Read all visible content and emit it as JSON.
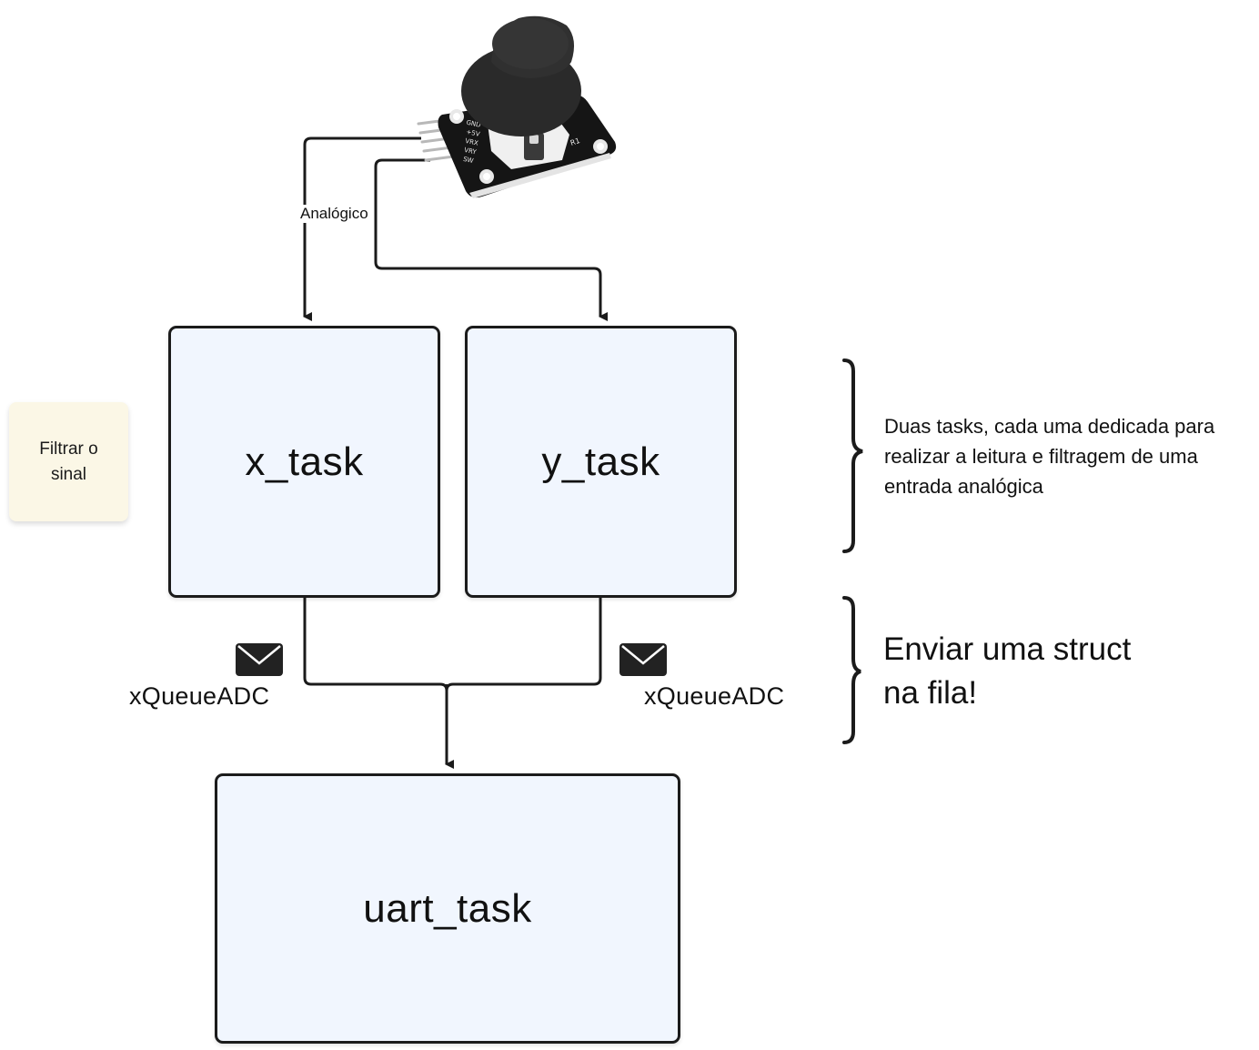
{
  "diagram": {
    "colors": {
      "task_fill": "#f1f6fe",
      "stroke": "#1b1b1b",
      "sticky_fill": "#fbf7e6",
      "joystick_board": "#151515",
      "joystick_cap": "#2a2a2a"
    },
    "joystick": {
      "icon": "analog-joystick-module",
      "pins": [
        "GND",
        "+5V",
        "VRX",
        "VRY",
        "SW"
      ],
      "board_marking": "R1"
    },
    "connector_label": "Analógico",
    "tasks": {
      "x_task": "x_task",
      "y_task": "y_task",
      "uart_task": "uart_task"
    },
    "sticky_note": "Filtrar o sinal",
    "queues": [
      {
        "icon": "envelope-icon",
        "label": "xQueueADC"
      },
      {
        "icon": "envelope-icon",
        "label": "xQueueADC"
      }
    ],
    "annotations": [
      {
        "text": "Duas tasks, cada uma dedicada para realizar a leitura e filtragem de uma entrada analógica"
      },
      {
        "text": "Enviar uma struct na fila!"
      }
    ]
  }
}
